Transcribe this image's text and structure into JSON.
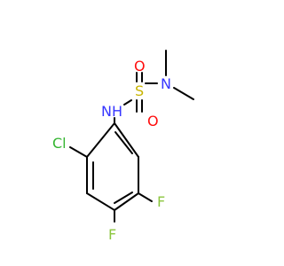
{
  "molecule": {
    "atoms": {
      "chlorine": "Cl",
      "nitrogen_amide": "NH",
      "sulfur": "S",
      "oxygen_top": "O",
      "oxygen_bottom": "O",
      "nitrogen_amine": "N",
      "fluorine_right": "F",
      "fluorine_bottom": "F"
    },
    "colors": {
      "bond": "#000000",
      "chlorine": "#34b531",
      "nitrogen": "#3636ff",
      "sulfur": "#c8b400",
      "oxygen": "#ff0d0d",
      "fluorine": "#8cc63f"
    }
  }
}
